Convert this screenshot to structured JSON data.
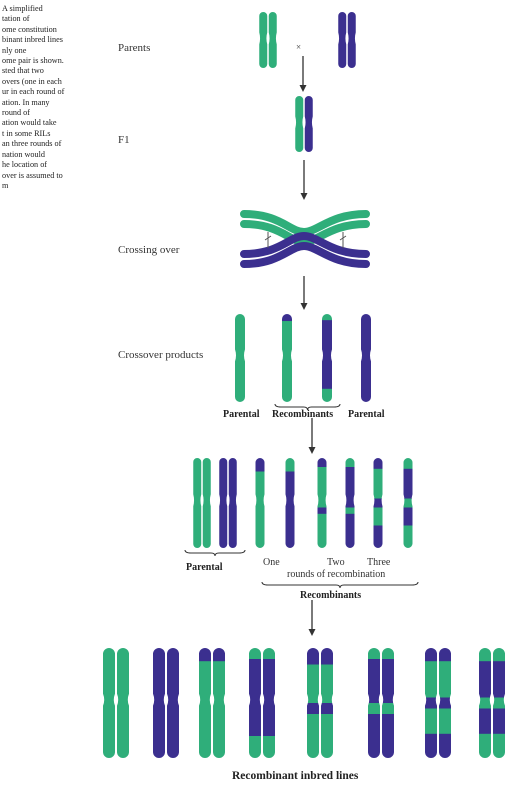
{
  "caption_lines": [
    "A simplified",
    "tation of",
    "ome constitution",
    "binant inbred lines",
    "nly one",
    "ome pair is shown.",
    "sted that two",
    "overs (one in each",
    "ur in each round of",
    "ation. In many",
    "round of",
    "ation would take",
    "t in some RILs",
    "an three rounds of",
    "nation would",
    "he location of",
    "over is assumed to",
    "m"
  ],
  "labels": {
    "parents": "Parents",
    "cross": "×",
    "f1": "F1",
    "crossing_over": "Crossing over",
    "crossover_products": "Crossover products",
    "parental_left": "Parental",
    "recombinants": "Recombinants",
    "parental_right": "Parental",
    "parental_row4": "Parental",
    "one": "One",
    "two": "Two",
    "three": "Three",
    "rounds": "rounds of recombination",
    "recombinants_row4": "Recombinants",
    "ril": "Recombinant inbred lines"
  },
  "colors": {
    "green": "#2fae7a",
    "purple": "#3b2f8f",
    "arrow": "#333333"
  }
}
